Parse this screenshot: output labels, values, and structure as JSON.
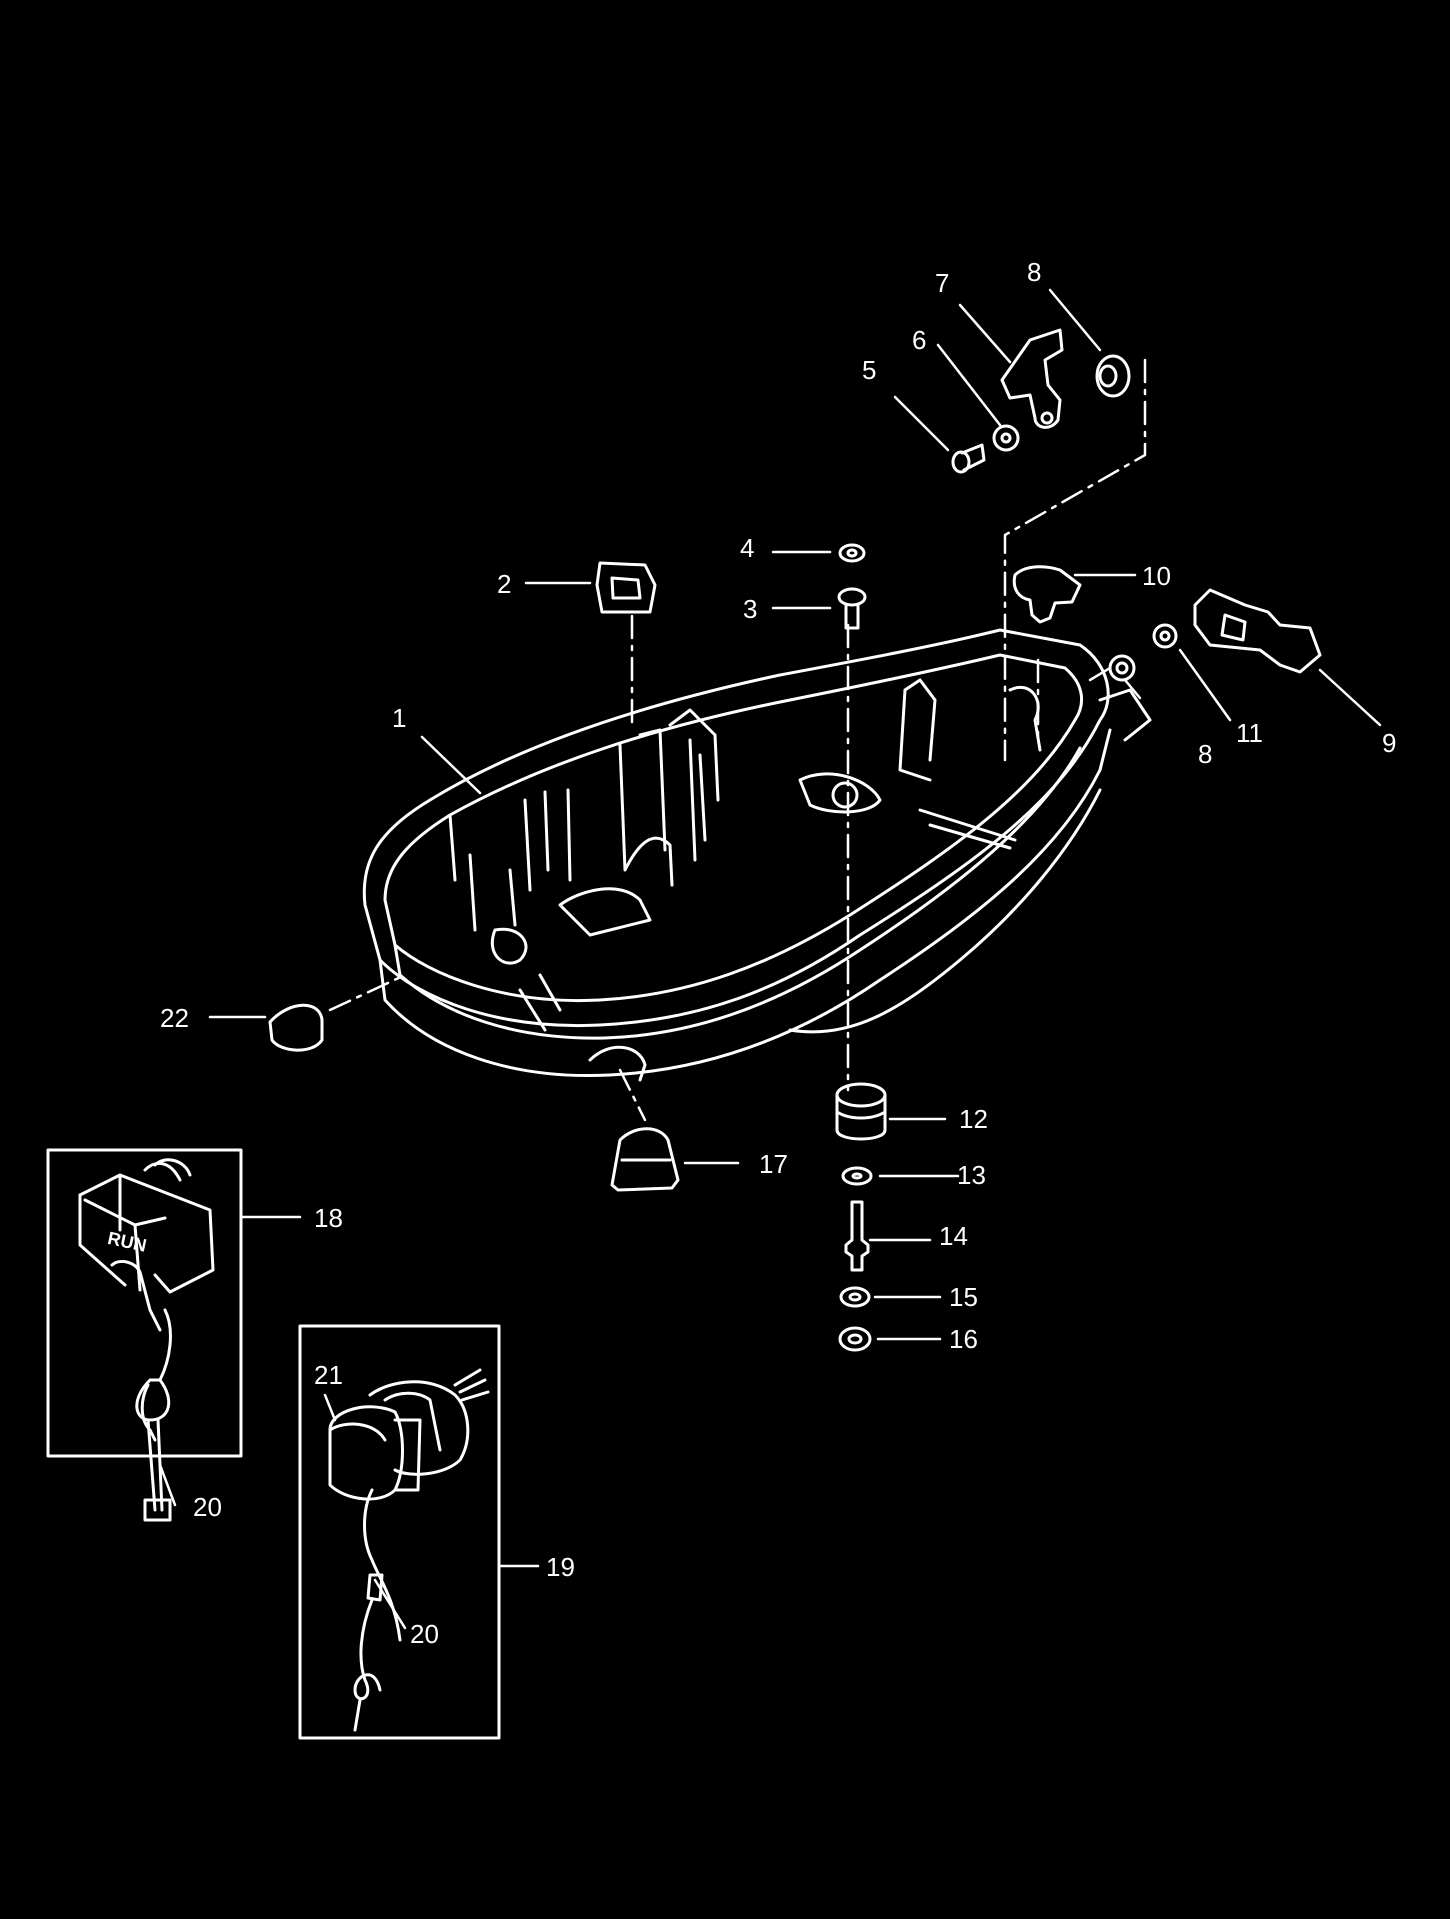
{
  "diagram": {
    "callouts": {
      "c1": "1",
      "c2": "2",
      "c3": "3",
      "c4": "4",
      "c5": "5",
      "c6": "6",
      "c7": "7",
      "c8a": "8",
      "c8b": "8",
      "c9": "9",
      "c10": "10",
      "c11": "11",
      "c12": "12",
      "c13": "13",
      "c14": "14",
      "c15": "15",
      "c16": "16",
      "c17": "17",
      "c18": "18",
      "c19": "19",
      "c20a": "20",
      "c20b": "20",
      "c21": "21",
      "c22": "22"
    },
    "switch_label": "RUN"
  }
}
